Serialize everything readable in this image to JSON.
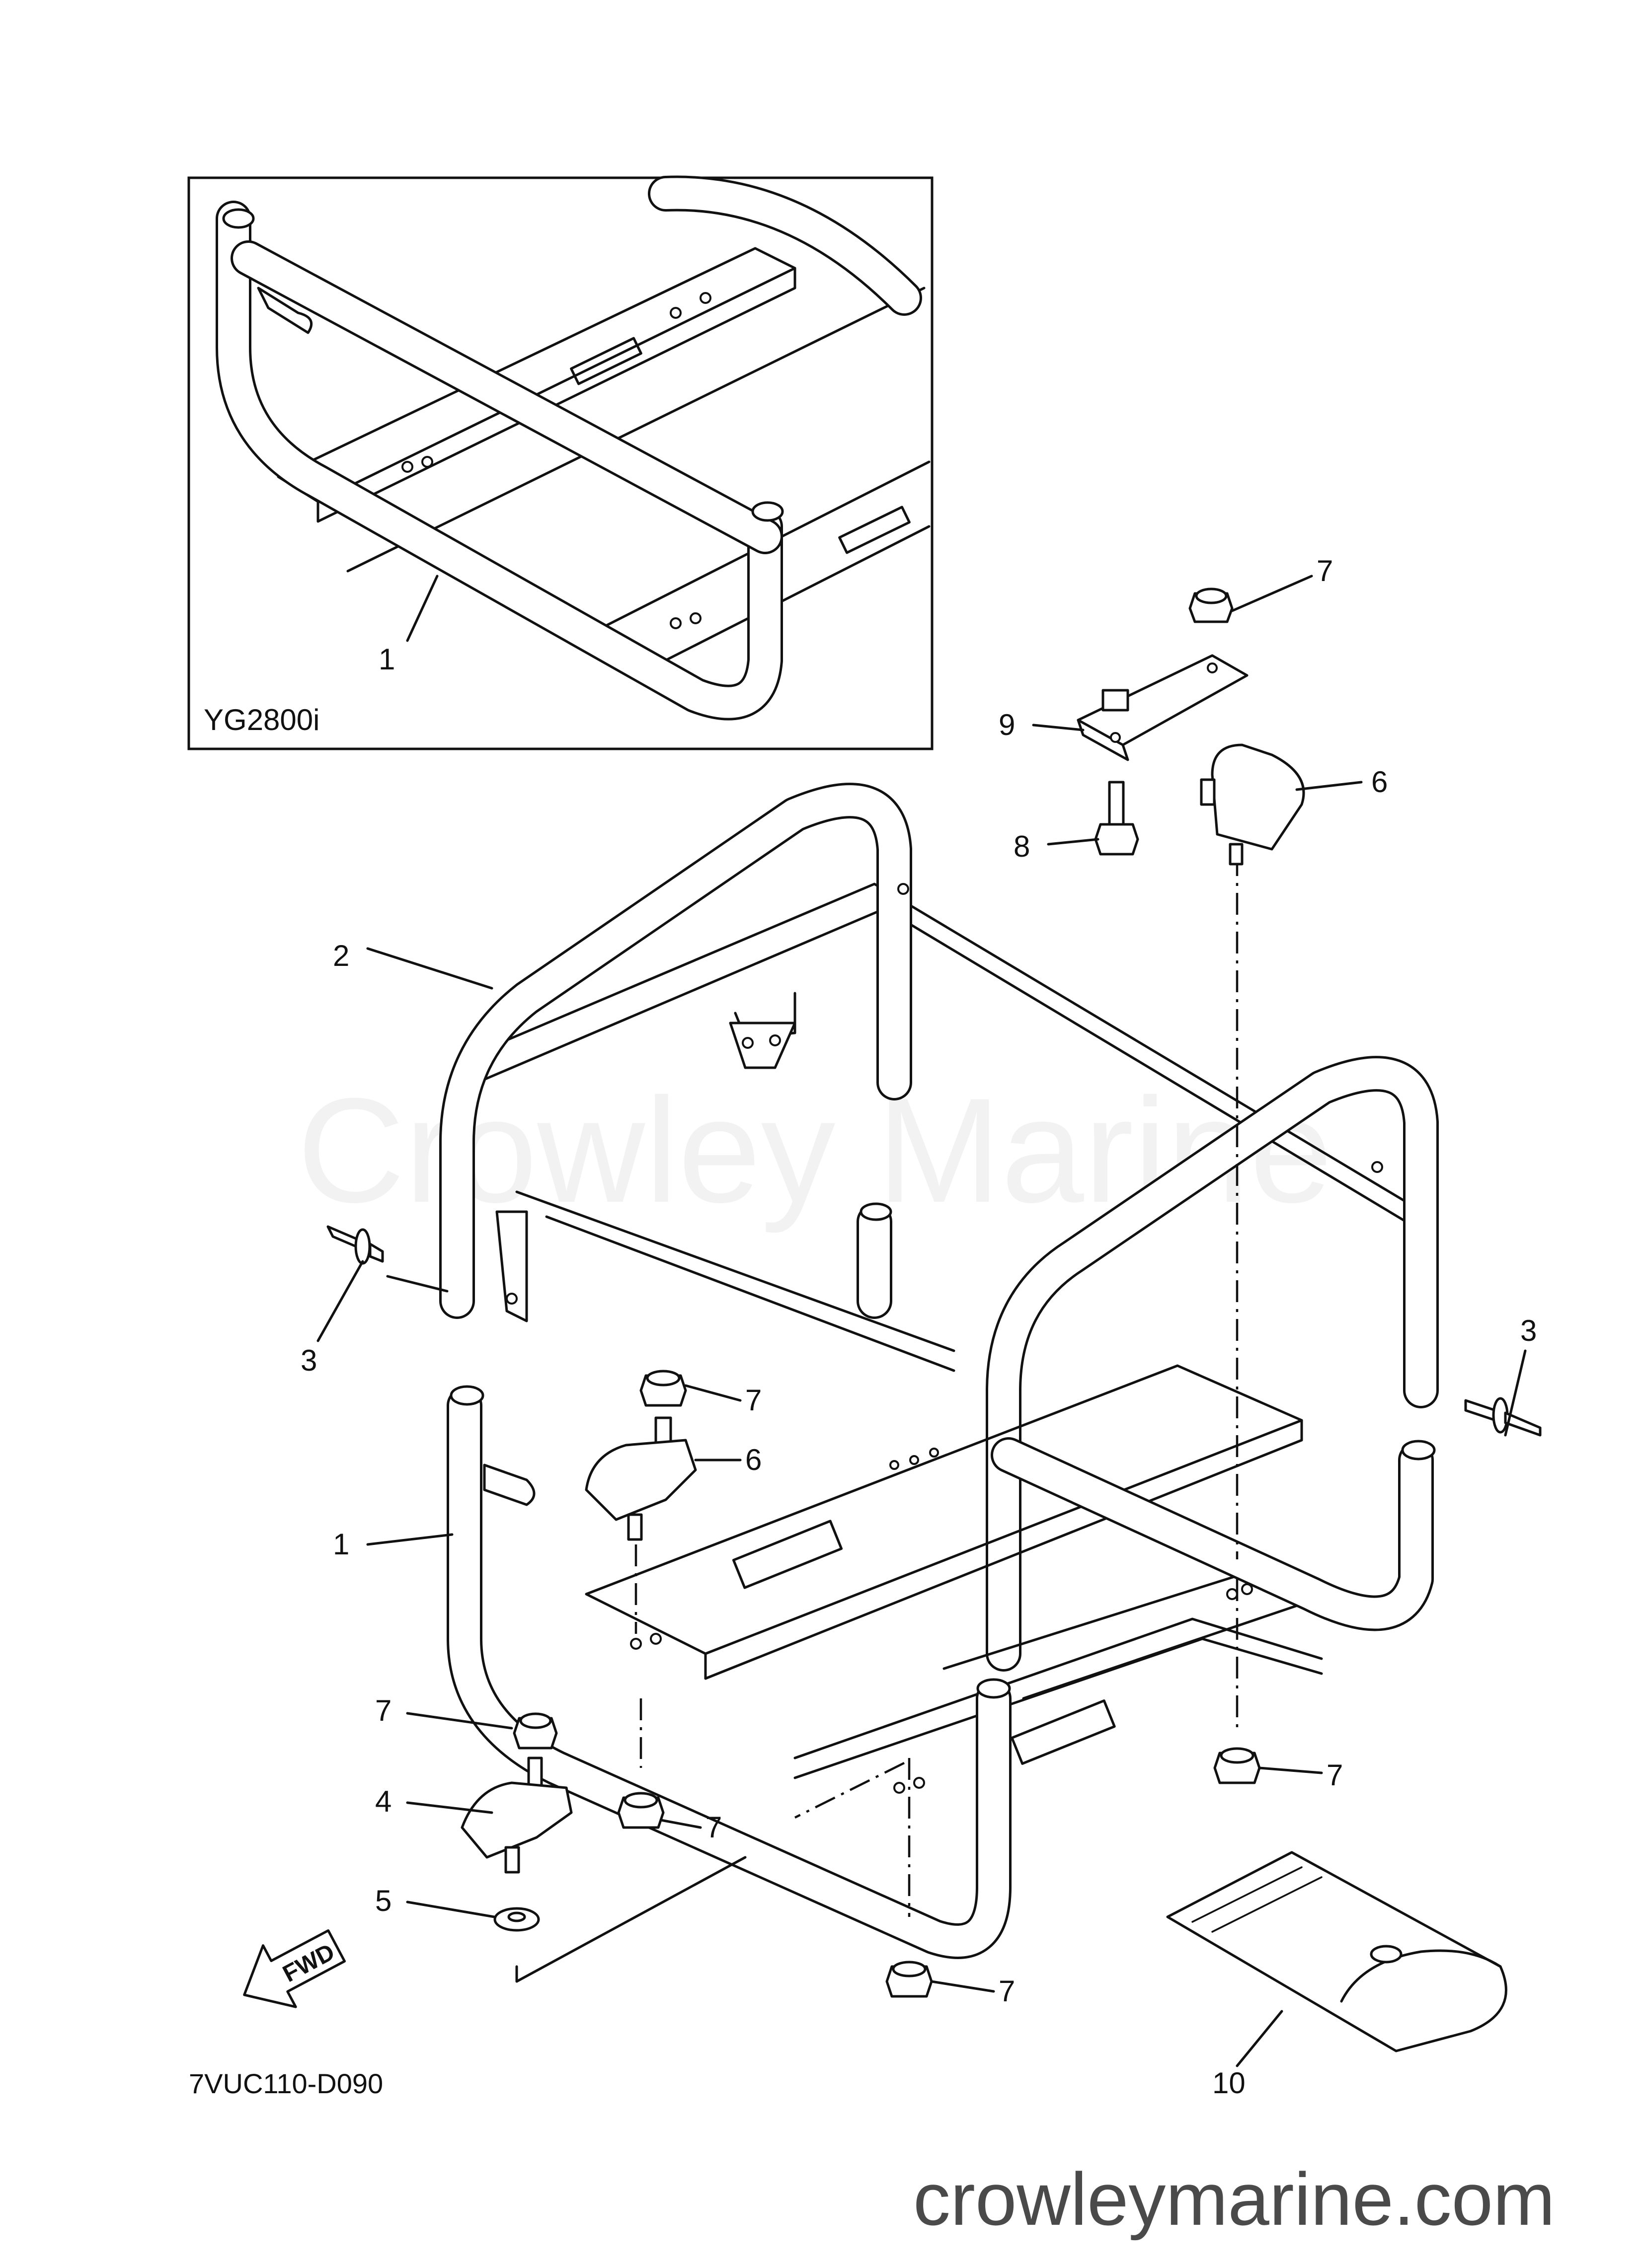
{
  "inset": {
    "model_label": "YG2800i"
  },
  "callouts": {
    "inset_frame": "1",
    "pipe_frame_upper": "2",
    "rivet_left": "3",
    "rivet_right": "3",
    "damper_front": "4",
    "washer": "5",
    "damper_rear": "6",
    "damper_upper": "6",
    "nut_upper": "7",
    "nut_mid": "7",
    "nut_front_left": "7",
    "nut_bottom_mid": "7",
    "nut_rear_right": "7",
    "nut_bottom_center": "7",
    "bolt": "8",
    "bracket": "9",
    "tool_bag": "10",
    "frame_lower": "1"
  },
  "fwd_arrow": {
    "text": "FWD"
  },
  "diagram_code": "7VUC110-D090",
  "watermark": {
    "text": "Crowley Marine"
  },
  "site_url": "crowleymarine.com"
}
